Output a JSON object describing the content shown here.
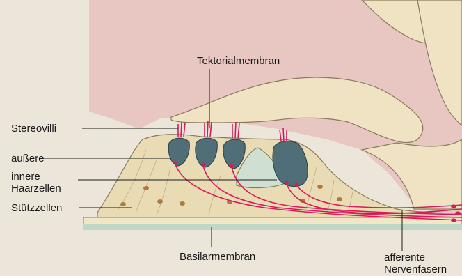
{
  "labels": {
    "tectorial": "Tektorialmembran",
    "stereovilli": "Stereovilli",
    "outer": "äußere",
    "inner_line1": "innere",
    "inner_line2": "Haarzellen",
    "support": "Stützzellen",
    "basilar": "Basilarmembran",
    "afferent_line1": "afferente",
    "afferent_line2": "Nervenfasern"
  },
  "colors": {
    "background_text_area": "#ece6da",
    "upper_tissue": "#e8c6c2",
    "tectorial_membrane": "#efe3c4",
    "organ_body": "#e9dcb4",
    "hair_cell": "#4f6e78",
    "nerve_fiber": "#d61a5a",
    "basilar_strip": "#bfd6c8",
    "tunnel": "#cfe0d2"
  }
}
